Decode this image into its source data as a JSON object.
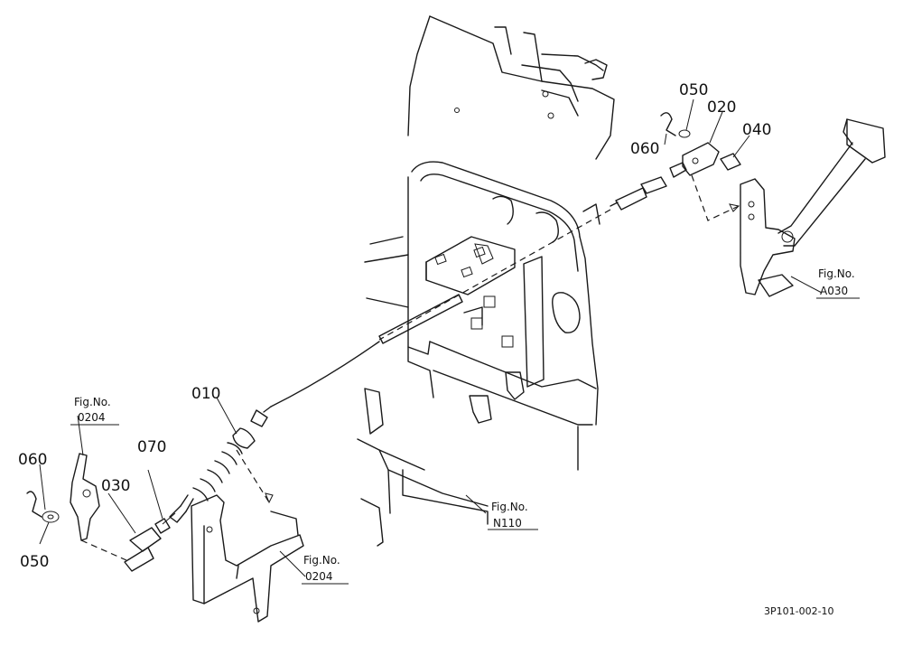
{
  "parts": {
    "p010": "010",
    "p020": "020",
    "p030": "030",
    "p040": "040",
    "p050_top": "050",
    "p050_bottom": "050",
    "p060_top": "060",
    "p060_bottom": "060",
    "p070": "070"
  },
  "refs": {
    "a030": {
      "line1": "Fig.No.",
      "line2": "A030"
    },
    "n110": {
      "line1": "Fig.No.",
      "line2": "N110"
    },
    "fig0204_left": {
      "line1": "Fig.No.",
      "line2": "0204"
    },
    "fig0204_bottom": {
      "line1": "Fig.No.",
      "line2": "0204"
    }
  },
  "drawing_code": "3P101-002-10"
}
